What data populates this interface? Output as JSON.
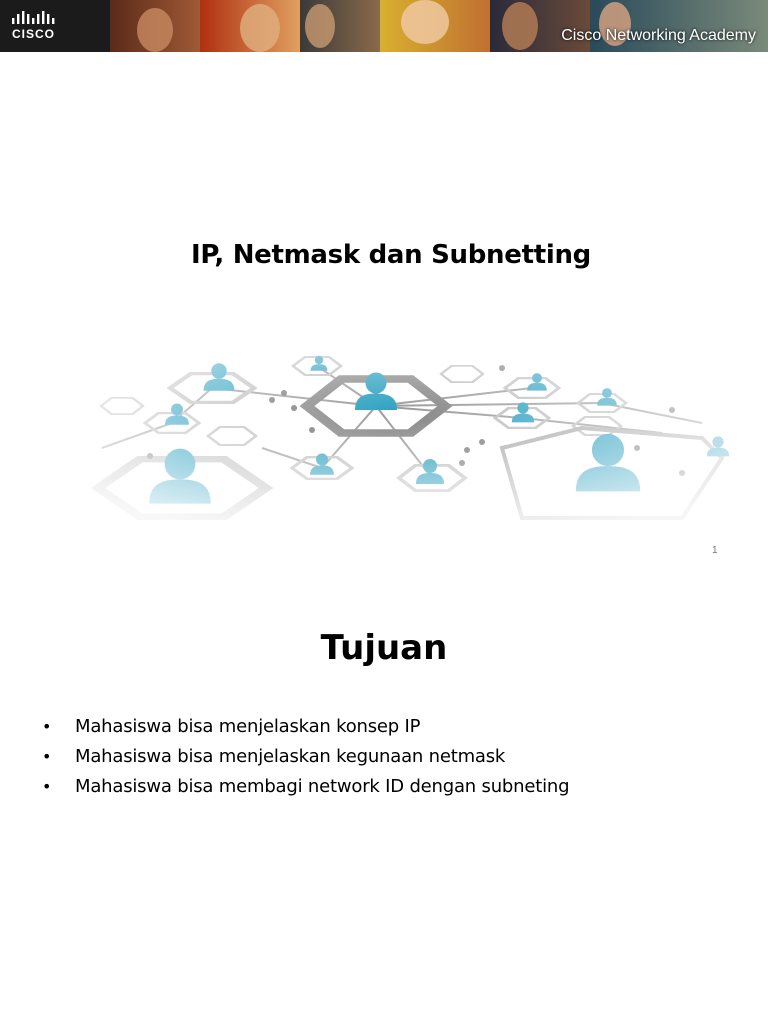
{
  "banner": {
    "logo_text": "CISCO",
    "academy_text": "Cisco Networking Academy"
  },
  "slide1": {
    "title": "IP, Netmask dan Subnetting",
    "illustration": {
      "icon": "people-network-icon",
      "accent_color": "#2a9fbf"
    },
    "page_number": "1"
  },
  "slide2": {
    "heading": "Tujuan",
    "bullet_glyph": "•",
    "bullets": [
      "Mahasiswa bisa menjelaskan konsep IP",
      "Mahasiswa bisa menjelaskan kegunaan netmask",
      "Mahasiswa bisa membagi network ID dengan subneting"
    ]
  }
}
